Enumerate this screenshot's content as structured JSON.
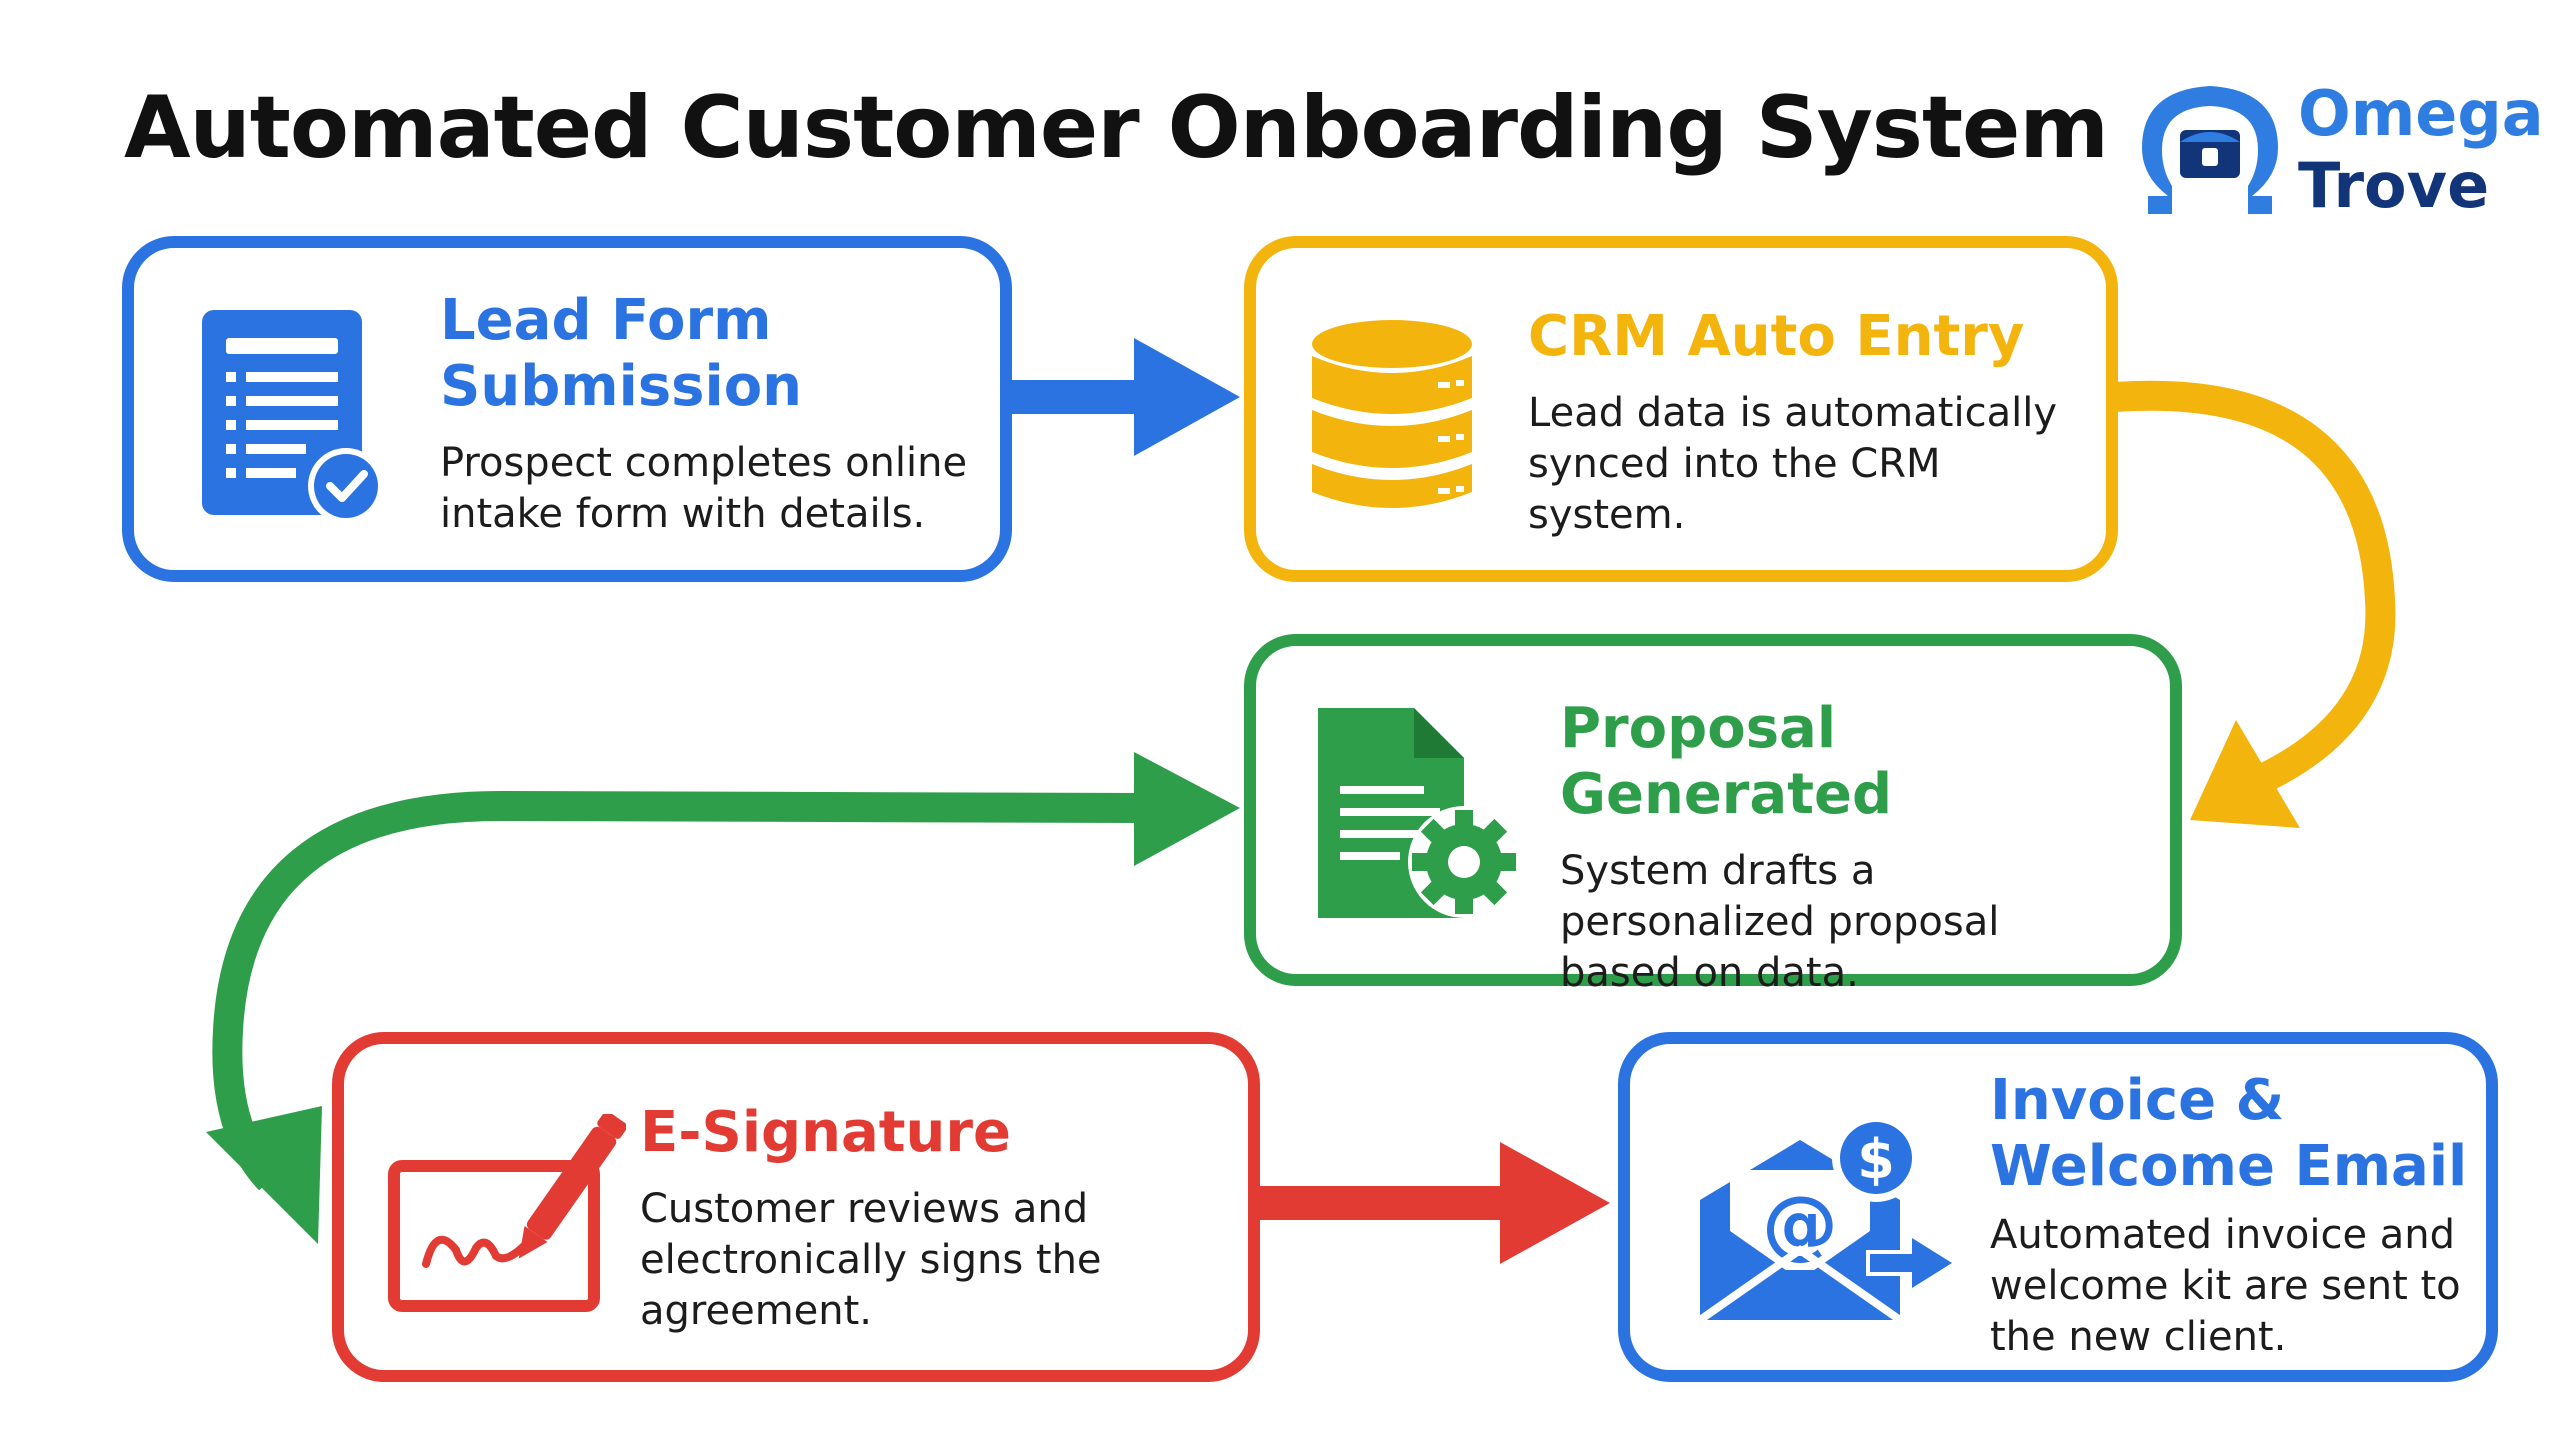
{
  "title": "Automated Customer Onboarding System",
  "logo": {
    "line1": "Omega",
    "line2": "Trove",
    "icon": "omega-treasure-chest-icon",
    "colors": {
      "primary": "#2f7de1",
      "dark": "#12357a"
    }
  },
  "steps": [
    {
      "heading_lines": [
        "Lead Form",
        "Submission"
      ],
      "description": "Prospect completes online intake form with details.",
      "icon": "form-checkmark-icon",
      "color": "#2b73e0"
    },
    {
      "heading_lines": [
        "CRM Auto Entry"
      ],
      "description": "Lead data is automatically synced into the CRM system.",
      "icon": "database-icon",
      "color": "#f3b40e"
    },
    {
      "heading_lines": [
        "Proposal Generated"
      ],
      "description": "System drafts a personalized proposal based on data.",
      "icon": "document-gear-icon",
      "color": "#2e9e4b"
    },
    {
      "heading_lines": [
        "E-Signature"
      ],
      "description": "Customer reviews and electronically signs the agreement.",
      "icon": "pen-signature-icon",
      "color": "#e23b33"
    },
    {
      "heading_lines": [
        "Invoice &",
        "Welcome Email"
      ],
      "description": "Automated invoice and welcome kit are sent to the new client.",
      "icon": "email-dollar-icon",
      "color": "#2b73e0"
    }
  ],
  "connections": [
    {
      "from": "Lead Form Submission",
      "to": "CRM Auto Entry",
      "color": "#2b73e0"
    },
    {
      "from": "CRM Auto Entry",
      "to": "Proposal Generated",
      "color": "#f3b40e"
    },
    {
      "from": "Proposal Generated",
      "to": "E-Signature",
      "color": "#2e9e4b"
    },
    {
      "from": "E-Signature",
      "to": "Invoice & Welcome Email",
      "color": "#e23b33"
    }
  ]
}
